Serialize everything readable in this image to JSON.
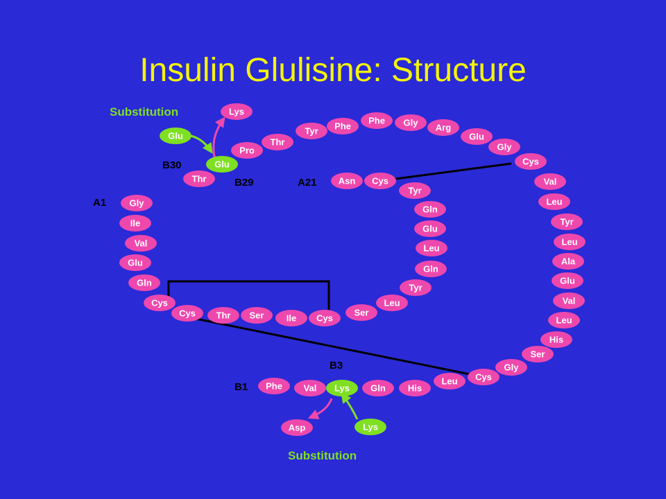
{
  "title": "Insulin Glulisine: Structure",
  "colors": {
    "background": "#2a2ad6",
    "title": "#f4f40a",
    "residue": "#ee48ad",
    "substituted_residue": "#7fe023",
    "label": "#000000",
    "substitution_label": "#7fe023",
    "bond": "#000000",
    "arrow_to_lys": "#ee48ad",
    "arrow_to_asp": "#ee48ad",
    "arrow_green": "#7fe023"
  },
  "labels": {
    "substitution_top": "Substitution",
    "substitution_bottom": "Substitution",
    "b30": "B30",
    "b29": "B29",
    "a21": "A21",
    "a1": "A1",
    "b3": "B3",
    "b1": "B1"
  },
  "a_chain": [
    "Gly",
    "Ile",
    "Val",
    "Glu",
    "Gln",
    "Cys",
    "Cys",
    "Thr",
    "Ser",
    "Ile",
    "Cys",
    "Ser",
    "Leu",
    "Tyr",
    "Gln",
    "Leu",
    "Glu",
    "Gln",
    "Tyr",
    "Cys",
    "Asn"
  ],
  "b_chain": [
    "Phe",
    "Val",
    "Lys",
    "Gln",
    "His",
    "Leu",
    "Cys",
    "Gly",
    "Ser",
    "His",
    "Leu",
    "Val",
    "Glu",
    "Ala",
    "Leu",
    "Tyr",
    "Leu",
    "Val",
    "Cys",
    "Gly",
    "Glu",
    "Arg",
    "Gly",
    "Phe",
    "Phe",
    "Tyr",
    "Thr",
    "Pro",
    "Glu",
    "Thr"
  ],
  "substitutions": {
    "b3_original": "Asp",
    "b3_new": "Lys",
    "b29_original": "Lys",
    "b29_new": "Glu"
  }
}
